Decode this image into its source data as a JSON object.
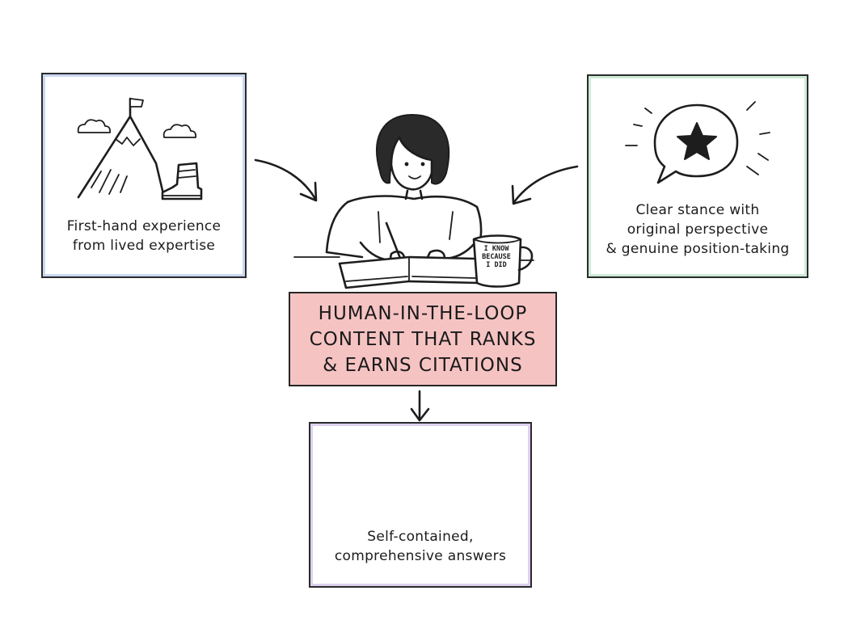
{
  "cards": {
    "left": {
      "lines": [
        "First-hand experience",
        "from lived expertise"
      ]
    },
    "right": {
      "lines": [
        "Clear stance with",
        "original perspective",
        "& genuine position-taking"
      ]
    },
    "bottom": {
      "lines": [
        "Self-contained,",
        "comprehensive answers"
      ]
    }
  },
  "center": {
    "lines": [
      "HUMAN-IN-THE-LOOP",
      "CONTENT THAT RANKS",
      "& EARNS CITATIONS"
    ]
  },
  "mug": {
    "lines": [
      "I KNOW",
      "BECAUSE",
      "I DID"
    ]
  },
  "icons": [
    "mountain-flag-icon",
    "cloud-icon",
    "hiking-boot-icon",
    "speech-bubble-star-icon",
    "person-writing-icon",
    "coffee-mug-icon",
    "open-book-check-icon"
  ],
  "colors": {
    "left_accent": "#c9d8f2",
    "right_accent": "#cdebd6",
    "bottom_accent": "#ddd0ee",
    "center_fill": "#f6c3c3"
  }
}
